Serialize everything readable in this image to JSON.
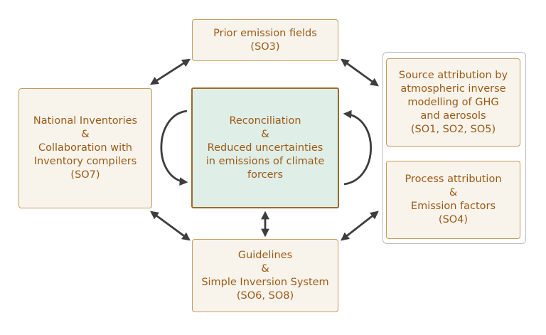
{
  "diagram": {
    "prior": {
      "lines": [
        "Prior emission fields",
        "(SO3)"
      ]
    },
    "national": {
      "lines": [
        "National Inventories",
        "&",
        "Collaboration with",
        "Inventory compilers",
        "(SO7)"
      ]
    },
    "center": {
      "lines": [
        "Reconciliation",
        "&",
        "Reduced uncertainties",
        "in emissions of climate",
        "forcers"
      ]
    },
    "source": {
      "lines": [
        "Source attribution by",
        "atmospheric inverse",
        "modelling of GHG",
        "and aerosols",
        "(SO1, SO2, SO5)"
      ]
    },
    "process": {
      "lines": [
        "Process attribution",
        "&",
        "Emission factors",
        "(SO4)"
      ]
    },
    "guidelines": {
      "lines": [
        "Guidelines",
        "&",
        "Simple Inversion System",
        "(SO6, SO8)"
      ]
    }
  },
  "colors": {
    "text": "#9c5a16",
    "box_fill": "#f8f4ec",
    "box_border": "#c49a5e",
    "center_fill": "#dfeee7",
    "center_border": "#9c6a2a",
    "arrow": "#3d3d3d",
    "group_border": "#bdbdbd"
  }
}
